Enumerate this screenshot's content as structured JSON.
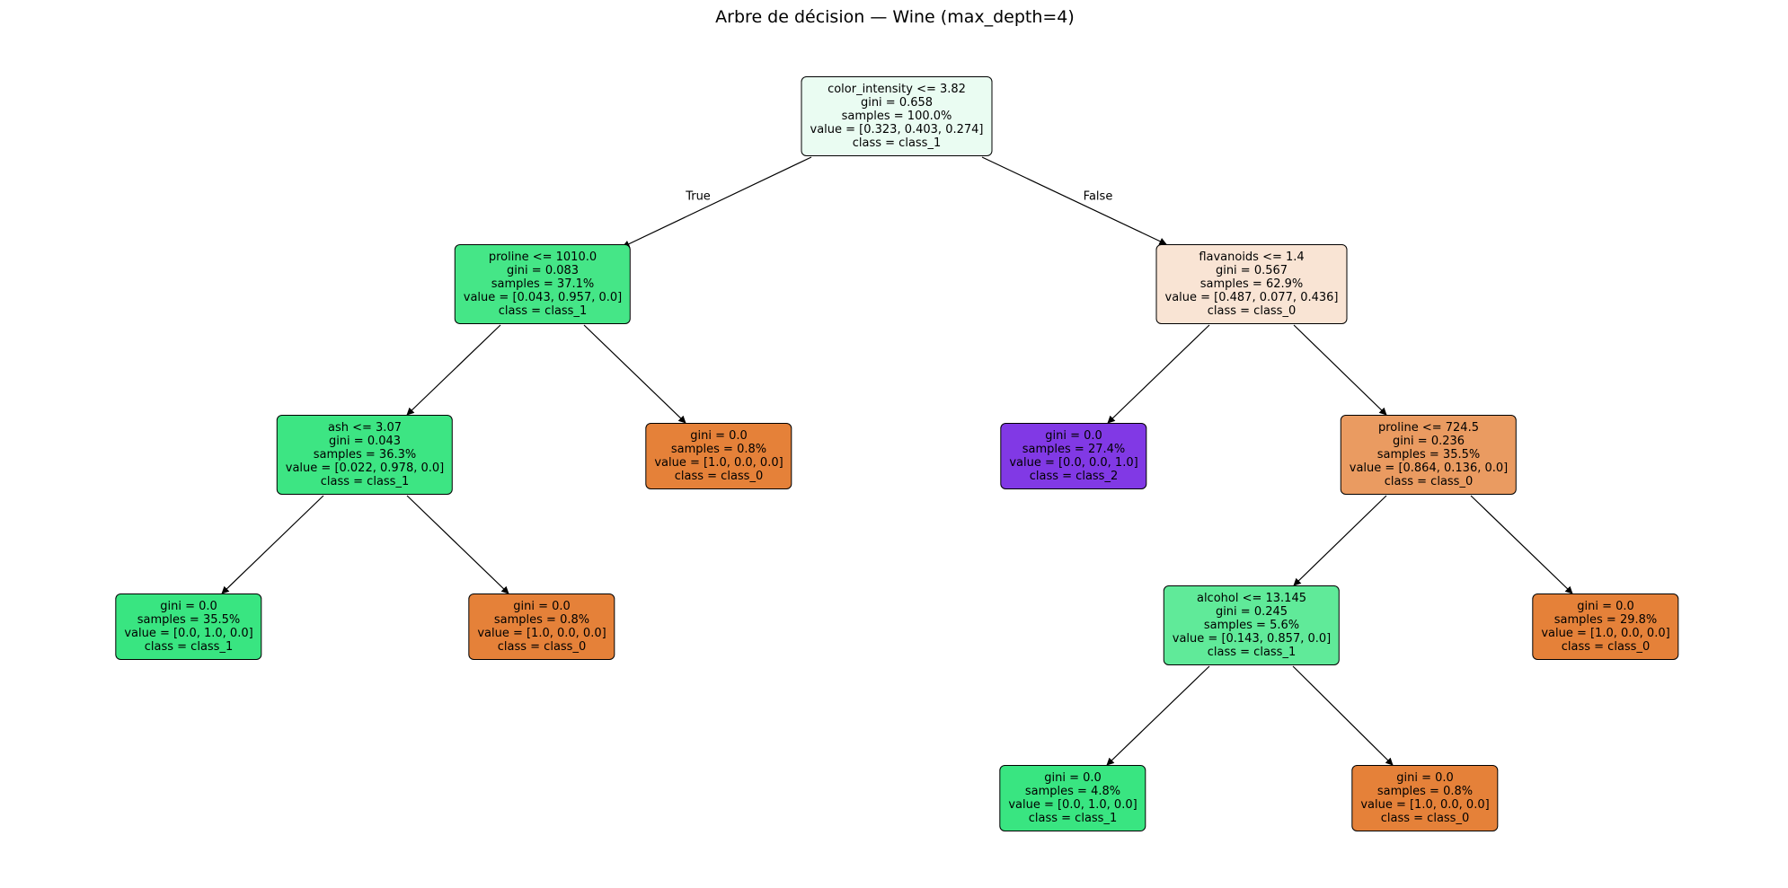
{
  "title": "Arbre de décision — Wine (max_depth=4)",
  "edge_labels": {
    "left": "True",
    "right": "False"
  },
  "class_colors": {
    "class_0": "#e58139",
    "class_1": "#39e581",
    "class_2": "#8139e5"
  },
  "nodes": [
    {
      "name": "root-color-intensity",
      "fill": "#eafcf2",
      "lines": [
        "color_intensity <= 3.82",
        "gini = 0.658",
        "samples = 100.0%",
        "value = [0.323, 0.403, 0.274]",
        "class = class_1"
      ]
    },
    {
      "name": "proline-1010",
      "fill": "#45e687",
      "lines": [
        "proline <= 1010.0",
        "gini = 0.083",
        "samples = 37.1%",
        "value = [0.043, 0.957, 0.0]",
        "class = class_1"
      ]
    },
    {
      "name": "flavanoids-1-4",
      "fill": "#f9e4d4",
      "lines": [
        "flavanoids <= 1.4",
        "gini = 0.567",
        "samples = 62.9%",
        "value = [0.487, 0.077, 0.436]",
        "class = class_0"
      ]
    },
    {
      "name": "ash-3-07",
      "fill": "#3de583",
      "lines": [
        "ash <= 3.07",
        "gini = 0.043",
        "samples = 36.3%",
        "value = [0.022, 0.978, 0.0]",
        "class = class_1"
      ]
    },
    {
      "name": "leaf-class0-a",
      "fill": "#e58139",
      "lines": [
        "gini = 0.0",
        "samples = 0.8%",
        "value = [1.0, 0.0, 0.0]",
        "class = class_0"
      ]
    },
    {
      "name": "leaf-class2",
      "fill": "#8139e5",
      "lines": [
        "gini = 0.0",
        "samples = 27.4%",
        "value = [0.0, 0.0, 1.0]",
        "class = class_2"
      ]
    },
    {
      "name": "proline-724-5",
      "fill": "#ea9b61",
      "lines": [
        "proline <= 724.5",
        "gini = 0.236",
        "samples = 35.5%",
        "value = [0.864, 0.136, 0.0]",
        "class = class_0"
      ]
    },
    {
      "name": "leaf-class1-a",
      "fill": "#39e581",
      "lines": [
        "gini = 0.0",
        "samples = 35.5%",
        "value = [0.0, 1.0, 0.0]",
        "class = class_1"
      ]
    },
    {
      "name": "leaf-class0-b",
      "fill": "#e58139",
      "lines": [
        "gini = 0.0",
        "samples = 0.8%",
        "value = [1.0, 0.0, 0.0]",
        "class = class_0"
      ]
    },
    {
      "name": "alcohol-13-145",
      "fill": "#60ea99",
      "lines": [
        "alcohol <= 13.145",
        "gini = 0.245",
        "samples = 5.6%",
        "value = [0.143, 0.857, 0.0]",
        "class = class_1"
      ]
    },
    {
      "name": "leaf-class0-c",
      "fill": "#e58139",
      "lines": [
        "gini = 0.0",
        "samples = 29.8%",
        "value = [1.0, 0.0, 0.0]",
        "class = class_0"
      ]
    },
    {
      "name": "leaf-class1-b",
      "fill": "#39e581",
      "lines": [
        "gini = 0.0",
        "samples = 4.8%",
        "value = [0.0, 1.0, 0.0]",
        "class = class_1"
      ]
    },
    {
      "name": "leaf-class0-d",
      "fill": "#e58139",
      "lines": [
        "gini = 0.0",
        "samples = 0.8%",
        "value = [1.0, 0.0, 0.0]",
        "class = class_0"
      ]
    }
  ]
}
